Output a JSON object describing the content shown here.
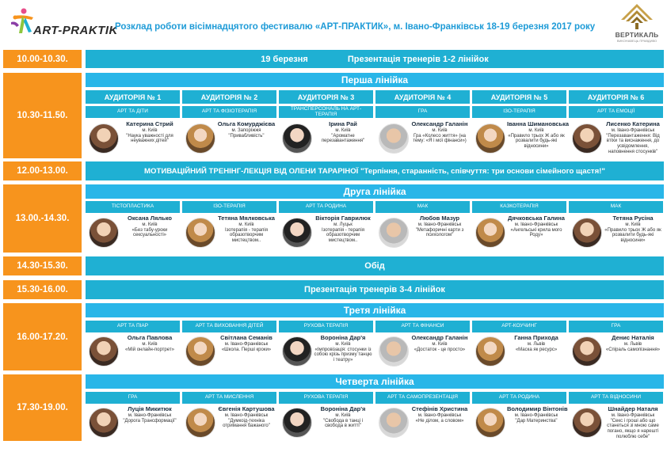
{
  "header": {
    "logo_text": "ART-PRAKTIK",
    "title": "Розклад роботи вісімнадцятого фестивалю  «АРТ-ПРАКТИК», м. Івано-Франківськ  18-19 березня 2017 року",
    "partner_name": "ВЕРТИКАЛЬ",
    "partner_sub": "ВИКОНАВЕЦЬ ПРАВДИВО"
  },
  "colors": {
    "orange": "#f7941d",
    "blue": "#1fb0d3",
    "title_blue": "#1e9bd7"
  },
  "auditoriums": [
    "АУДИТОРІЯ № 1",
    "АУДИТОРІЯ № 2",
    "АУДИТОРІЯ № 3",
    "АУДИТОРІЯ № 4",
    "АУДИТОРІЯ № 5",
    "АУДИТОРІЯ № 6"
  ],
  "slots": [
    {
      "time": "10.00-10.30.",
      "date": "19  березня",
      "label": "Презентація тренерів 1-2 лінійок"
    },
    {
      "time": "10.30-11.50.",
      "label": "Перша лінійка"
    },
    {
      "time": "12.00-13.00.",
      "label": "МОТИВАЦІЙНИЙ ТРЕНІНГ-ЛЕКЦІЯ ВІД ОЛЕНИ ТАРАРІНОЇ \"Терпіння, старанність, співчуття: три основи сімейного щастя!\""
    },
    {
      "time": "13.00.-14.30.",
      "label": "Друга лінійка"
    },
    {
      "time": "14.30-15.30.",
      "label": "Обід"
    },
    {
      "time": "15.30-16.00.",
      "label": "Презентація тренерів 3-4 лінійок"
    },
    {
      "time": "16.00-17.20.",
      "label": "Третя лінійка"
    },
    {
      "time": "17.30-19.00.",
      "label": "Четверта лінійка"
    }
  ],
  "line1": [
    {
      "cat": "АРТ ТА ДІТИ",
      "name": "Катерина Стрий",
      "city": "м. Київ",
      "desc": "\"Наука уважності для неуважних дітей\""
    },
    {
      "cat": "АРТ ТА ФІЗІОТЕРАПІЯ",
      "name": "Ольга Комурджієва",
      "city": "м. Запоріжжя",
      "desc": "\"Привабливість\""
    },
    {
      "cat": "ТРАНСПЕРСОНАЛЬ НА АРТ-ТЕРАПІЯ",
      "name": "Ірина Рай",
      "city": "м. Київ",
      "desc": "\"Ароматне перезавантаження\""
    },
    {
      "cat": "ГРА",
      "name": "Олександр Галанін",
      "city": "м. Київ",
      "desc": "Гра «Колесо життя» (на тему: «Я і мої фінанси»)"
    },
    {
      "cat": "ІЗО-ТЕРАПІЯ",
      "name": "Іванна Шимановська",
      "city": "м. Київ",
      "desc": "«Правило трьох Ж або як розвалити будь-які відносини»"
    },
    {
      "cat": "АРТ ТА ЕМОЦІЇ",
      "name": "Лисенко Катерина",
      "city": "м. Івано-Франківськ",
      "desc": "\"Перезавантаження: Від втіхи та виснаження, до усвідомлення, наповнення стосунків\""
    }
  ],
  "line2": [
    {
      "cat": "ТІСТОПЛАСТИКА",
      "name": "Оксана Лялько",
      "city": "м. Київ",
      "desc": "«Без табу-уроки сексуальності»"
    },
    {
      "cat": "ІЗО-ТЕРАПІЯ",
      "name": "Тетяна Мялковська",
      "city": "м. Київ",
      "desc": "Ізотерапія - терапія образотворчим мистецтвом.."
    },
    {
      "cat": "АРТ ТА РОДИНА",
      "name": "Вікторія Гаврилюк",
      "city": "м. Луцьк",
      "desc": "Ізотерапія - терапія образотворчим мистецтвом.."
    },
    {
      "cat": "МАК",
      "name": "Любов Мазур",
      "city": "м. Івано-Франківськ",
      "desc": "\"Метафоричні карти з психологом\""
    },
    {
      "cat": "КАЗКОТЕРАПІЯ",
      "name": "Дячковська Галина",
      "city": "м. Івано-Франківськ",
      "desc": "«Ангельські крила мого Роду»"
    },
    {
      "cat": "МАК",
      "name": "Тетяна Русіна",
      "city": "м. Київ",
      "desc": "«Правило трьох Ж або як розвалити будь-які відносини»"
    }
  ],
  "line3": [
    {
      "cat": "АРТ ТА ПІАР",
      "name": "Ольга Павлова",
      "city": "м. Київ",
      "desc": "«Мій онлайн-портрет»"
    },
    {
      "cat": "АРТ ТА ВИХОВАННЯ ДІТЕЙ",
      "name": "Світлана Семанів",
      "city": "м. Івано-Франківськ",
      "desc": "«Школа. Перші кроки»"
    },
    {
      "cat": "РУХОВА ТЕРАПІЯ",
      "name": "Вороніна Дар'я",
      "city": "м. Київ",
      "desc": "«Імпровізація: стосунки із собою крізь призму танцю і театру»"
    },
    {
      "cat": "АРТ ТА ФІНАНСИ",
      "name": "Олександр Галанін",
      "city": "м. Київ",
      "desc": "«Достаток - це просто»"
    },
    {
      "cat": "АРТ-КОУЧИНГ",
      "name": "Ганна Приходa",
      "city": "м. Львів",
      "desc": "«Маска як ресурс»"
    },
    {
      "cat": "ГРА",
      "name": "Денис Наталія",
      "city": "м. Львів",
      "desc": "«Спіраль самопізнання»"
    }
  ],
  "line4": [
    {
      "cat": "ГРА",
      "name": "Луція Микитюк",
      "city": "м. Івано-Франківськ",
      "desc": "\"Дорога Трансформації\""
    },
    {
      "cat": "АРТ ТА МИСЛЕННЯ",
      "name": "Євгенія Картушова",
      "city": "м. Івано-Франківськ",
      "desc": "\"Думкоід-техніка отримання бажаного\""
    },
    {
      "cat": "РУХОВА ТЕРАПІЯ",
      "name": "Вороніна Дар'я",
      "city": "м. Київ",
      "desc": "\"Свобода в танці і свобода в житті\""
    },
    {
      "cat": "АРТ ТА САМОПРЕЗЕНТАЦІЯ",
      "name": "Стефінів Христина",
      "city": "м. Івано-Франківськ",
      "desc": "«Не ділом, а словом»"
    },
    {
      "cat": "АРТ ТА РОДИНА",
      "name": "Володимир Вінтонів",
      "city": "м. Івано-Франківськ",
      "desc": "\"Дар Материнства\""
    },
    {
      "cat": "АРТ ТА ВІДНОСИНИ",
      "name": "Шнайдер Наталя",
      "city": "м. Івано-Франківськ",
      "desc": "\"Секс і гроші або що станеться зі мною саме погано, якщо я нарешті полюблю себе\""
    }
  ]
}
